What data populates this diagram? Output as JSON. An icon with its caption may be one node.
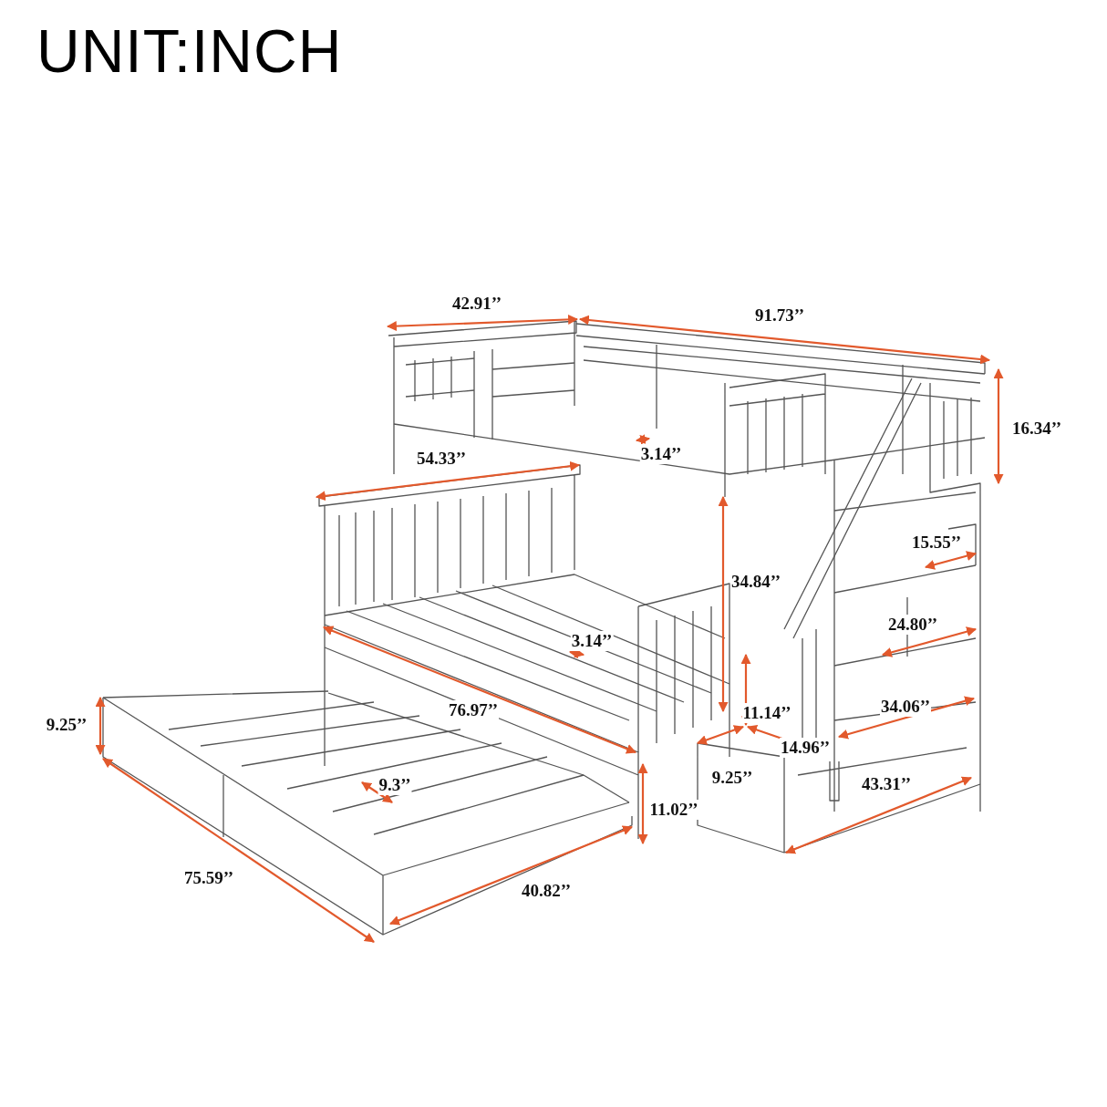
{
  "diagram": {
    "title": "UNIT:INCH",
    "labels": [
      "42.91’’",
      "91.73’’",
      "16.34’’",
      "3.14’’",
      "54.33’’",
      "15.55’’",
      "34.84’’",
      "24.80’’",
      "3.14’’",
      "34.06’’",
      "11.14’’",
      "76.97’’",
      "9.25’’",
      "14.96’’",
      "9.25’’",
      "9.3’’",
      "43.31’’",
      "11.02’’",
      "75.59’’",
      "40.82’’"
    ]
  }
}
